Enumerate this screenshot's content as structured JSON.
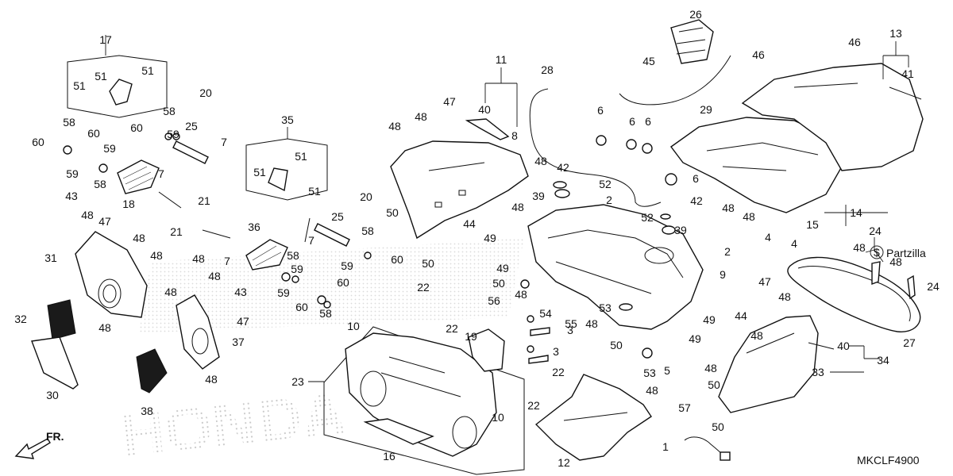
{
  "diagram": {
    "code": "MKCLF4900",
    "brand_watermark": "HONDA",
    "site_watermark": "Partzilla",
    "front_arrow": "FR.",
    "callouts": [
      "1",
      "2",
      "3",
      "4",
      "5",
      "6",
      "7",
      "8",
      "9",
      "10",
      "11",
      "12",
      "13",
      "14",
      "15",
      "16",
      "17",
      "18",
      "19",
      "20",
      "21",
      "22",
      "23",
      "24",
      "25",
      "26",
      "27",
      "28",
      "29",
      "30",
      "31",
      "32",
      "33",
      "34",
      "35",
      "36",
      "37",
      "38",
      "39",
      "40",
      "41",
      "42",
      "43",
      "44",
      "45",
      "46",
      "47",
      "48",
      "49",
      "50",
      "51",
      "52",
      "53",
      "54",
      "55",
      "56",
      "57",
      "58",
      "59",
      "60"
    ]
  }
}
